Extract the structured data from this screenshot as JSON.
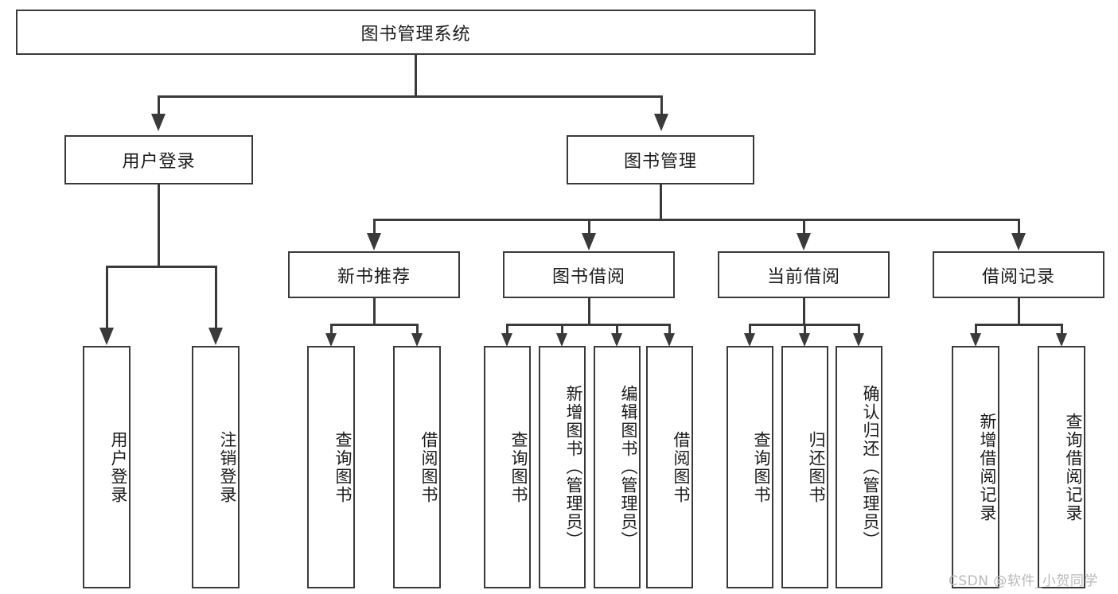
{
  "diagram": {
    "title_node": {
      "label": "图书管理系统"
    },
    "level2": [
      {
        "label": "用户登录"
      },
      {
        "label": "图书管理"
      }
    ],
    "level3": [
      {
        "label": "新书推荐"
      },
      {
        "label": "图书借阅"
      },
      {
        "label": "当前借阅"
      },
      {
        "label": "借阅记录"
      }
    ],
    "leaves": {
      "user_login": [
        {
          "label": "用户登录"
        },
        {
          "label": "注销登录"
        }
      ],
      "new_book_recommend": [
        {
          "label": "查询图书"
        },
        {
          "label": "借阅图书"
        }
      ],
      "book_borrow": [
        {
          "label": "查询图书"
        },
        {
          "label": "新增图书（管理员）"
        },
        {
          "label": "编辑图书（管理员）"
        },
        {
          "label": "借阅图书"
        }
      ],
      "current_borrow": [
        {
          "label": "查询图书"
        },
        {
          "label": "归还图书"
        },
        {
          "label": "确认归还（管理员）"
        }
      ],
      "borrow_record": [
        {
          "label": "新增借阅记录"
        },
        {
          "label": "查询借阅记录"
        }
      ]
    },
    "watermark": {
      "text": "CSDN @软件_小贺同学"
    },
    "colors": {
      "stroke": "#3a3a3a",
      "fill": "#ffffff",
      "text": "#1a1a1a",
      "watermark": "#b9b9b9"
    }
  }
}
